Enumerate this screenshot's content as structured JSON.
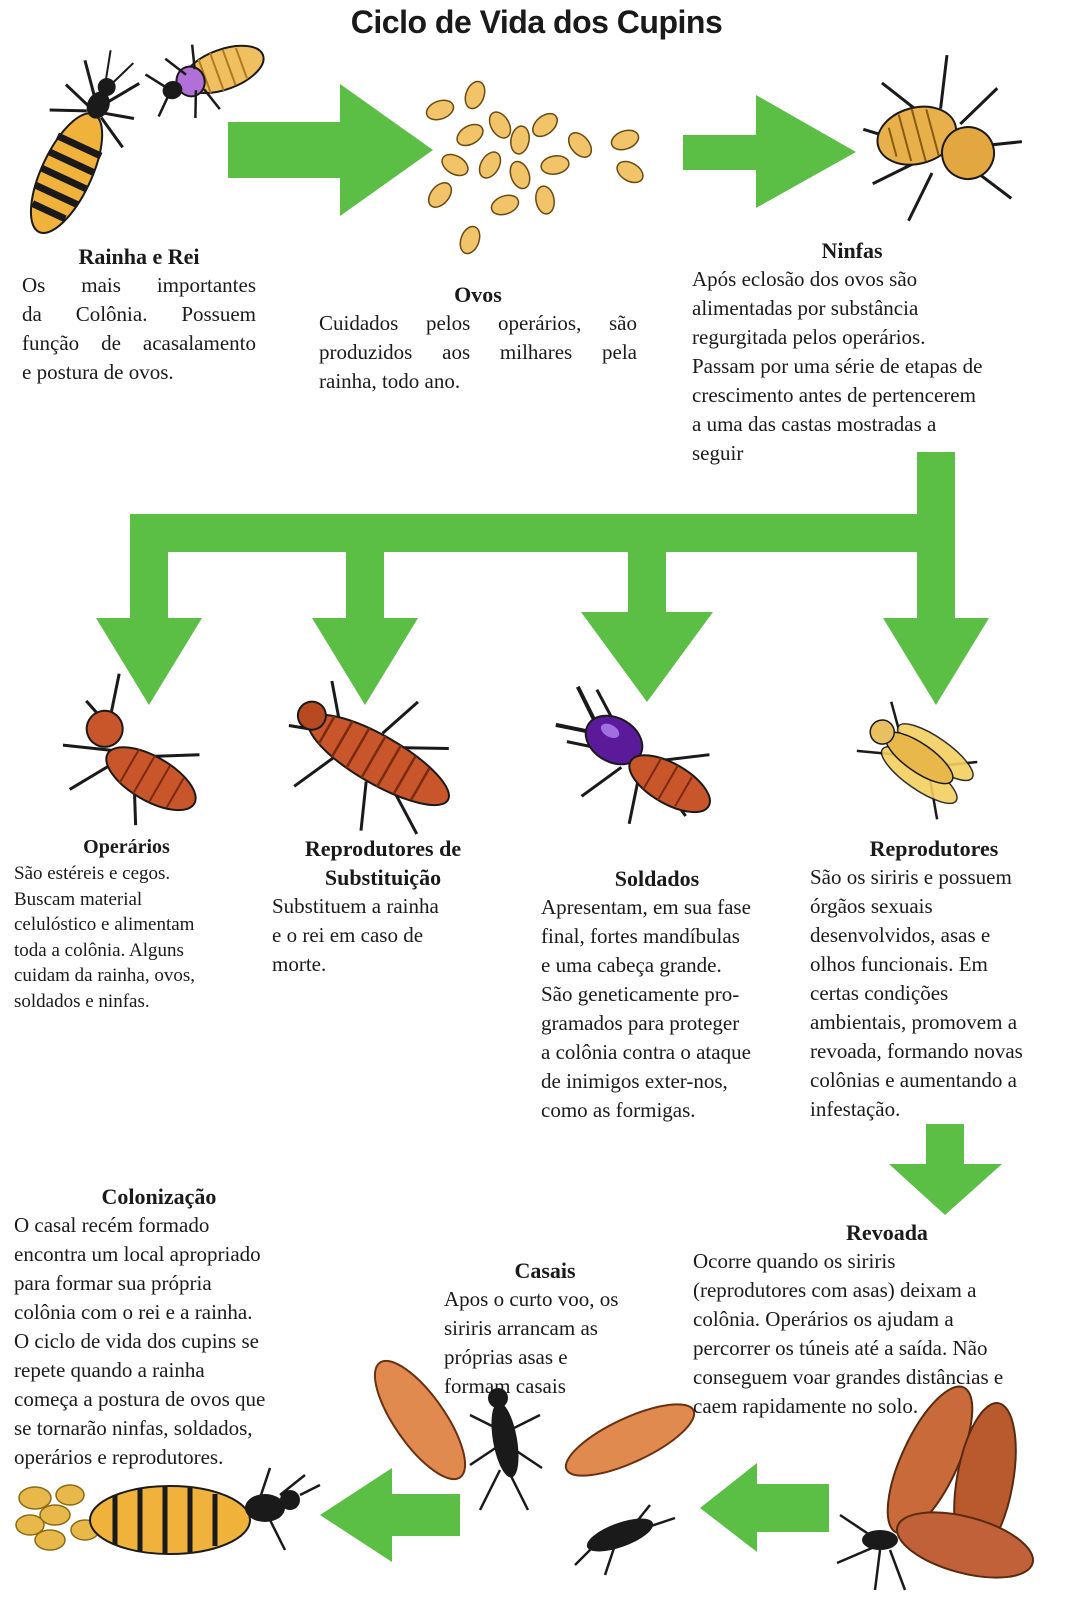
{
  "title": "Ciclo de Vida dos Cupins",
  "colors": {
    "arrow": "#5bbf45",
    "termite_body": "#e8a84a",
    "termite_dark": "#1a1a1a",
    "worker": "#c8562a",
    "soldier_head": "#5b1a9a",
    "wing": "#d9743a"
  },
  "stages": {
    "rainha_rei": {
      "heading": "Rainha e Rei",
      "lines": [
        "Os mais importantes",
        "da Colônia. Possuem",
        "função de acasalamento",
        "e postura de ovos."
      ]
    },
    "ovos": {
      "heading": "Ovos",
      "lines": [
        "Cuidados pelos operários, são",
        "produzidos aos milhares pela",
        "rainha, todo ano."
      ]
    },
    "ninfas": {
      "heading": "Ninfas",
      "lines": [
        "Após eclosão dos ovos são",
        "alimentadas por substância",
        "regurgitada pelos operários.",
        "Passam por uma série de etapas de",
        "crescimento antes de pertencerem",
        "a uma das castas mostradas a",
        "seguir"
      ]
    },
    "operarios": {
      "heading": "Operários",
      "lines": [
        "São estéreis e cegos.",
        "Buscam material",
        "celulóstico e alimentam",
        "toda a colônia. Alguns",
        "cuidam da rainha, ovos,",
        "soldados e ninfas."
      ]
    },
    "reprodutores_substituicao": {
      "heading_lines": [
        "Reprodutores de",
        "Substituição"
      ],
      "lines": [
        "Substituem a rainha",
        "e o rei em caso de",
        "morte."
      ]
    },
    "soldados": {
      "heading": "Soldados",
      "lines": [
        "Apresentam, em sua fase",
        "final, fortes mandíbulas",
        "e uma cabeça grande.",
        "São geneticamente pro-",
        "gramados para proteger",
        "a colônia contra o ataque",
        "de inimigos exter-nos,",
        "como as formigas."
      ]
    },
    "reprodutores": {
      "heading": "Reprodutores",
      "lines": [
        "São os siriris e possuem",
        "órgãos sexuais",
        "desenvolvidos, asas e",
        "olhos funcionais. Em",
        "certas condições",
        "ambientais, promovem a",
        "revoada, formando novas",
        "colônias e aumentando a",
        "infestação."
      ]
    },
    "revoada": {
      "heading": "Revoada",
      "lines": [
        "Ocorre quando os siriris",
        "(reprodutores com asas) deixam a",
        "colônia. Operários os ajudam a",
        "percorrer os túneis até a saída. Não",
        "conseguem voar grandes distâncias e",
        "caem rapidamente no solo."
      ]
    },
    "casais": {
      "heading": "Casais",
      "lines": [
        "Apos o curto voo, os",
        "siriris arrancam as",
        "próprias asas e",
        "formam casais"
      ]
    },
    "colonizacao": {
      "heading": "Colonização",
      "lines": [
        "O casal recém formado",
        "encontra um local apropriado",
        "para formar sua própria",
        "colônia com o rei e a rainha.",
        "O ciclo de vida dos cupins se",
        "repete quando a rainha",
        "começa a postura de ovos que",
        "se tornarão ninfas, soldados,",
        "operários e reprodutores."
      ]
    }
  }
}
